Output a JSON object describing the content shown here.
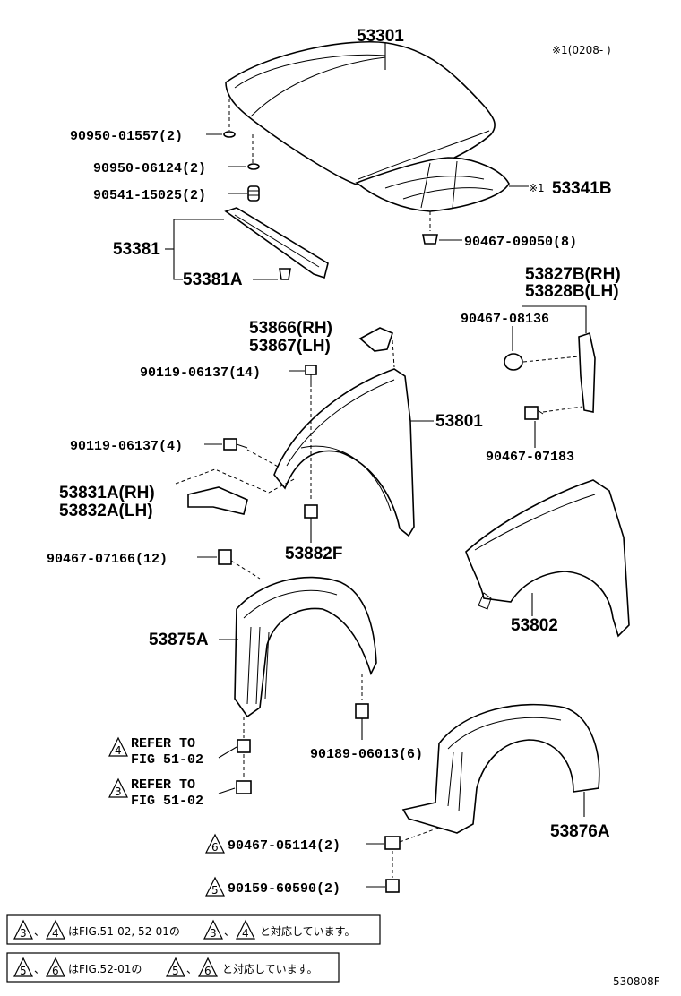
{
  "labels": {
    "p53301": "53301",
    "note1": "※1(0208-    )",
    "p90950_01557": "90950-01557(2)",
    "p90950_06124": "90950-06124(2)",
    "p90541_15025": "90541-15025(2)",
    "p53381": "53381",
    "p53381A": "53381A",
    "p53341B": "53341B",
    "mark1": "※1",
    "p90467_09050": "90467-09050(8)",
    "p53827B": "53827B(RH)",
    "p53828B": "53828B(LH)",
    "p90467_08136": "90467-08136",
    "p53866": "53866(RH)",
    "p53867": "53867(LH)",
    "p90119_06137_14": "90119-06137(14)",
    "p53801": "53801",
    "p90119_06137_4": "90119-06137(4)",
    "p90467_07183": "90467-07183",
    "p53831A": "53831A(RH)",
    "p53832A": "53832A(LH)",
    "p90467_07166": "90467-07166(12)",
    "p53882F": "53882F",
    "p53802": "53802",
    "p53875A": "53875A",
    "refer1a": "REFER TO",
    "refer1b": "FIG 51-02",
    "refer2a": "REFER TO",
    "refer2b": "FIG 51-02",
    "p90189_06013": "90189-06013(6)",
    "p53876A": "53876A",
    "p90467_05114": "90467-05114(2)",
    "p90159_60590": "90159-60590(2)",
    "note_box1": "はFIG.51-02, 52-01の",
    "note_box1_end": "と対応しています。",
    "note_box2": "はFIG.52-01の",
    "note_box2_end": "と対応しています。",
    "fig_code": "530808F"
  },
  "triangles": {
    "t4": "4",
    "t3": "3",
    "t6": "6",
    "t5": "5",
    "sep_comma": "、"
  }
}
